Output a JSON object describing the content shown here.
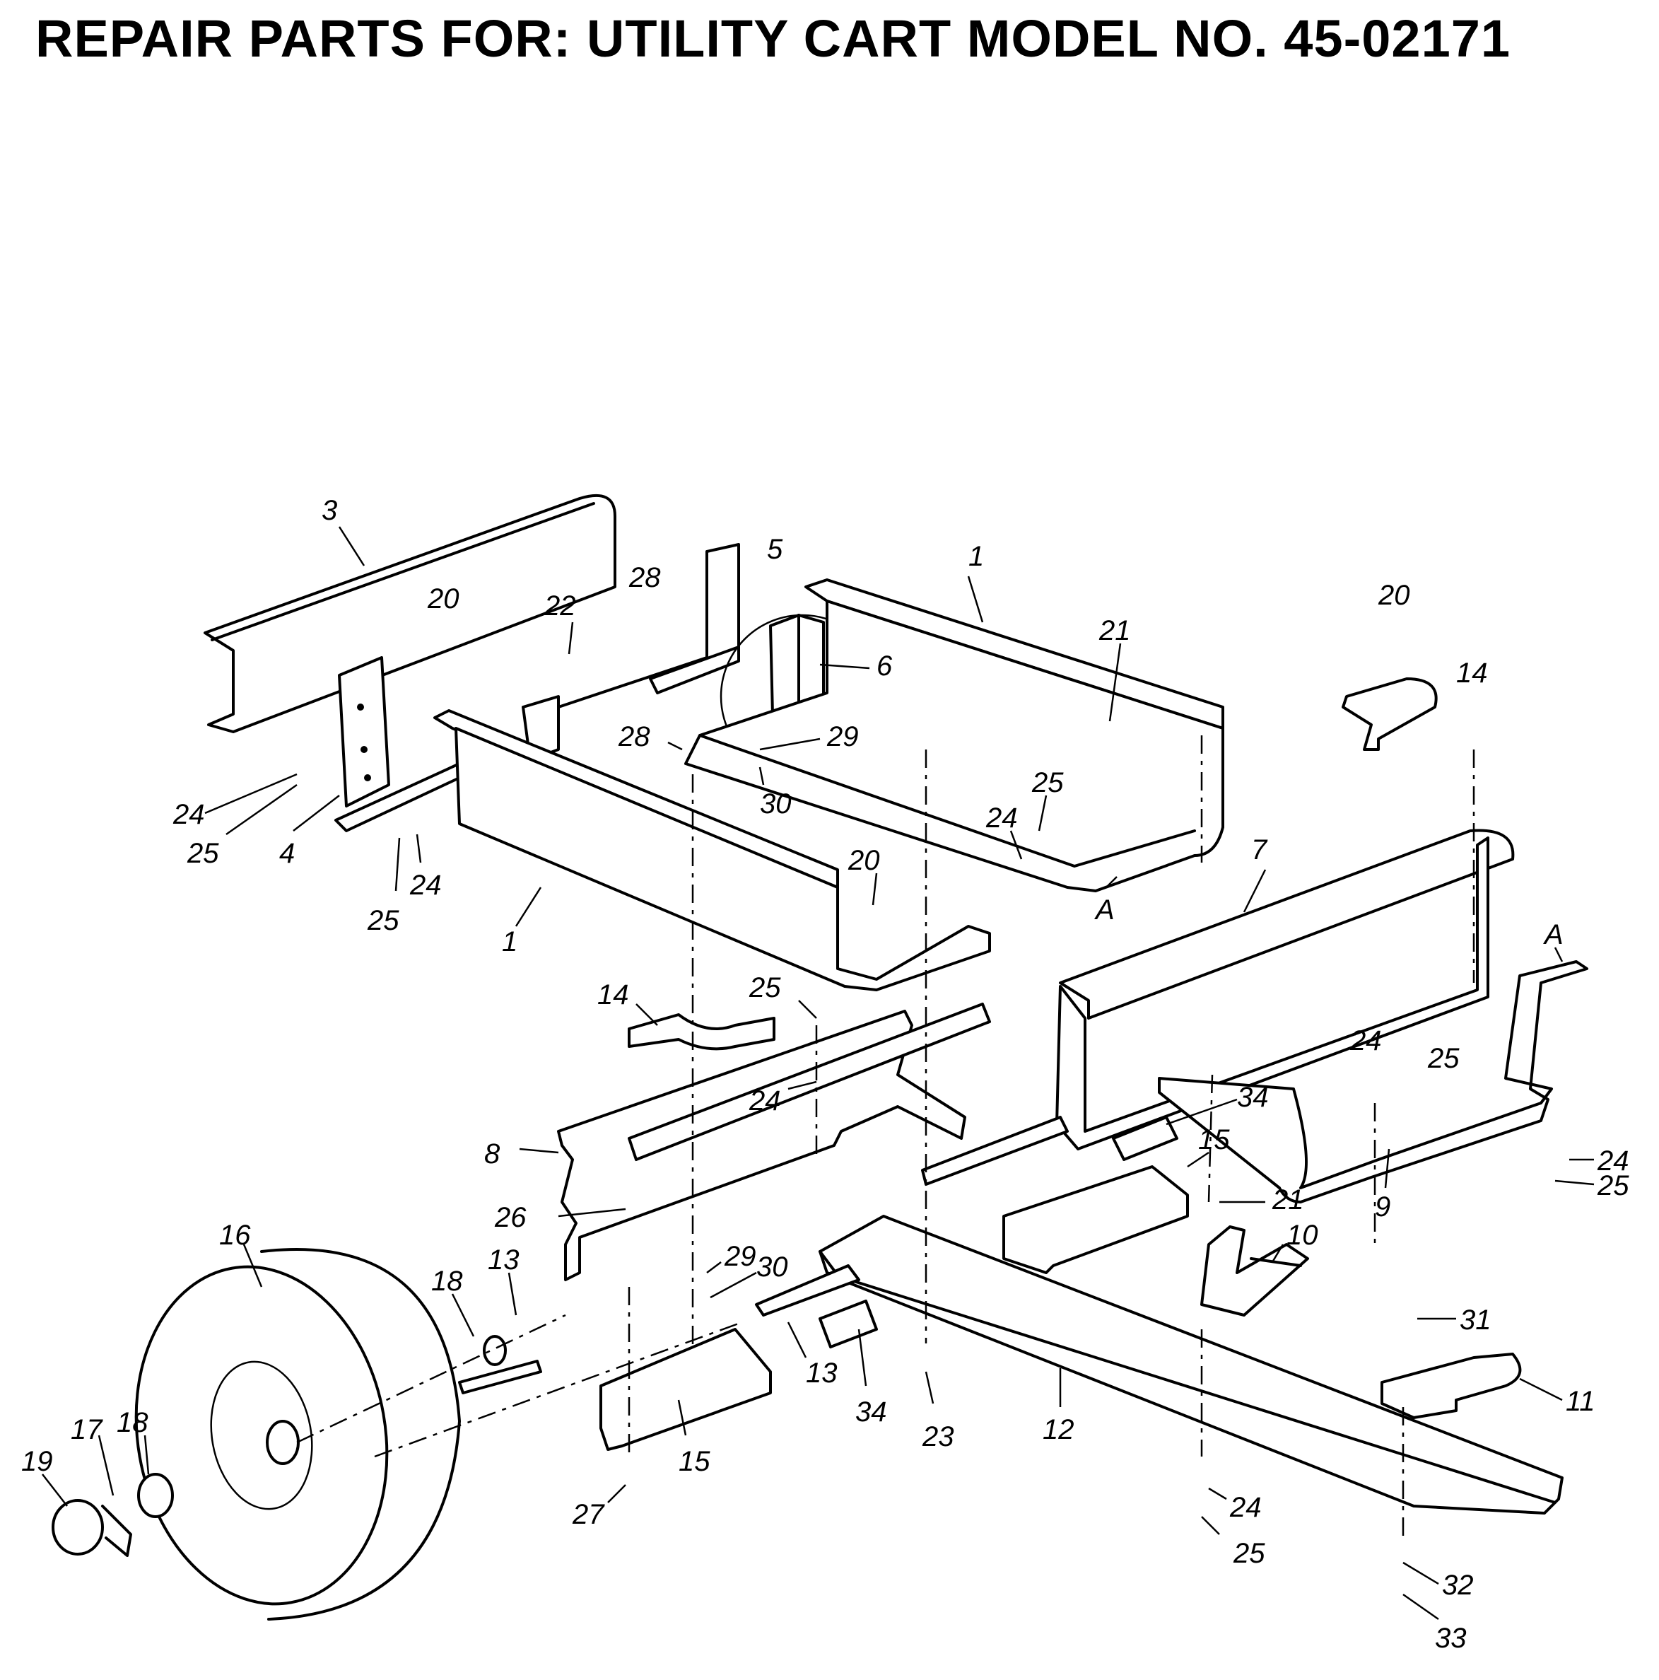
{
  "title": "REPAIR PARTS FOR: UTILITY CART MODEL NO. 45-02171",
  "callouts": [
    "1",
    "1",
    "3",
    "4",
    "5",
    "6",
    "7",
    "8",
    "9",
    "10",
    "11",
    "12",
    "13",
    "13",
    "14",
    "14",
    "15",
    "15",
    "16",
    "17",
    "18",
    "18",
    "19",
    "20",
    "20",
    "20",
    "21",
    "21",
    "22",
    "23",
    "24",
    "24",
    "24",
    "24",
    "24",
    "24",
    "24",
    "25",
    "25",
    "25",
    "25",
    "25",
    "25",
    "25",
    "26",
    "27",
    "28",
    "28",
    "29",
    "29",
    "30",
    "30",
    "31",
    "32",
    "33",
    "34",
    "34",
    "A",
    "A"
  ]
}
